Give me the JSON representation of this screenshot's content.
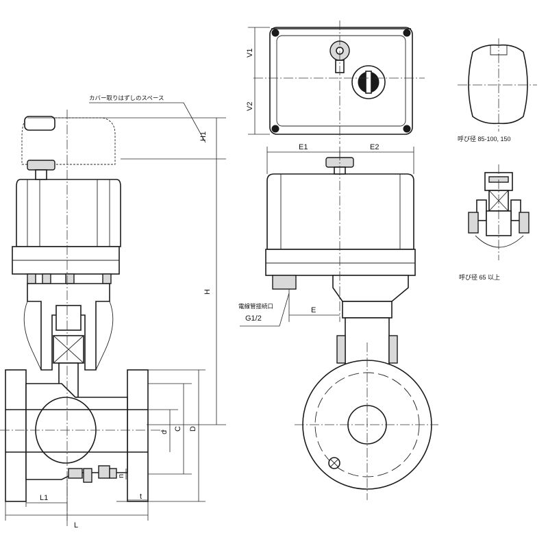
{
  "annotations": {
    "cover_removal_space": "カバー取りはずしのスペース",
    "conduit_port_jp": "電線管接続口",
    "conduit_port_size": "G1/2"
  },
  "dimensions": {
    "H1": "H1",
    "H": "H",
    "V1": "V1",
    "V2": "V2",
    "E1": "E1",
    "E2": "E2",
    "E": "E",
    "d": "d",
    "C": "C",
    "D": "D",
    "L1": "L1",
    "L": "L",
    "t": "t",
    "n": "n"
  },
  "detail_captions": {
    "large_sizes": "呼び径 85-100, 150",
    "small_sizes": "呼び径 65 以上"
  }
}
